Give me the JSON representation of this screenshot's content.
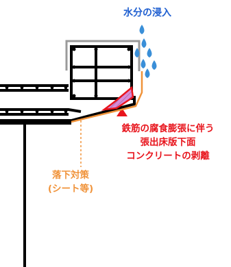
{
  "labels": {
    "water_ingress": "水分の浸入",
    "damage_lines": [
      "鉄筋の腐食膨張に伴う",
      "張出床版下面",
      "コンクリートの剥離"
    ],
    "measure_lines": [
      "落下対策",
      "(シート等)"
    ]
  },
  "colors": {
    "water": "#1f5fd0",
    "drop": "#3a8fd8",
    "damage": "#e8141c",
    "damage_fill": "#d98ad8",
    "measure": "#f0933a",
    "railing": "#9a9a9a",
    "structure": "#000000"
  }
}
